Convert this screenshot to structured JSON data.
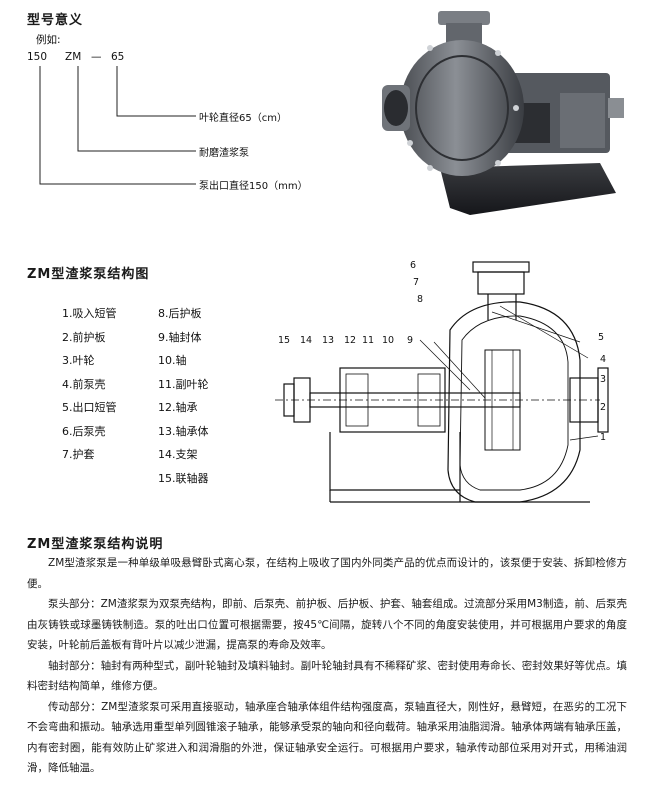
{
  "model": {
    "title": "型号意义",
    "example_label": "例如:",
    "code": {
      "p1": "150",
      "p2": "ZM",
      "dash": "—",
      "p3": "65"
    },
    "annotations": {
      "impeller": "叶轮直径65（cm）",
      "wear_pump": "耐磨渣浆泵",
      "outlet": "泵出口直径150（mm）"
    }
  },
  "structure": {
    "title": "ZM型渣浆泵结构图",
    "parts_left": [
      "1.吸入短管",
      "2.前护板",
      "3.叶轮",
      "4.前泵壳",
      "5.出口短管",
      "6.后泵壳",
      "7.护套"
    ],
    "parts_right": [
      "8.后护板",
      "9.轴封体",
      "10.轴",
      "11.副叶轮",
      "12.轴承",
      "13.轴承体",
      "14.支架",
      "15.联轴器"
    ],
    "callouts": [
      "1",
      "2",
      "3",
      "4",
      "5",
      "6",
      "7",
      "8",
      "9",
      "10",
      "11",
      "12",
      "13",
      "14",
      "15"
    ]
  },
  "description": {
    "title": "ZM型渣浆泵结构说明",
    "paragraphs": [
      "ZM型渣浆泵是一种单级单吸悬臂卧式离心泵，在结构上吸收了国内外同类产品的优点而设计的，该泵便于安装、拆卸检修方便。",
      "泵头部分：ZM渣浆泵为双泵壳结构，即前、后泵壳、前护板、后护板、护套、轴套组成。过流部分采用M3制造，前、后泵壳由灰铸铁或球墨铸铁制造。泵的吐出口位置可根据需要，按45℃间隔，旋转八个不同的角度安装使用，并可根据用户要求的角度安装，叶轮前后盖板有背叶片以减少泄漏，提高泵的寿命及效率。",
      "轴封部分：轴封有两种型式，副叶轮轴封及填料轴封。副叶轮轴封具有不稀释矿浆、密封使用寿命长、密封效果好等优点。填料密封结构简单，维修方便。",
      "传动部分：ZM型渣浆泵可采用直接驱动，轴承座合轴承体组件结构强度高，泵轴直径大，刚性好，悬臂短，在恶劣的工况下不会弯曲和振动。轴承选用重型单列圆锥滚子轴承，能够承受泵的轴向和径向载荷。轴承采用油脂润滑。轴承体两端有轴承压盖，内有密封圈，能有效防止矿浆进入和润滑脂的外泄，保证轴承安全运行。可根据用户要求，轴承传动部位采用对开式，用稀油润滑，降低轴温。"
    ]
  }
}
